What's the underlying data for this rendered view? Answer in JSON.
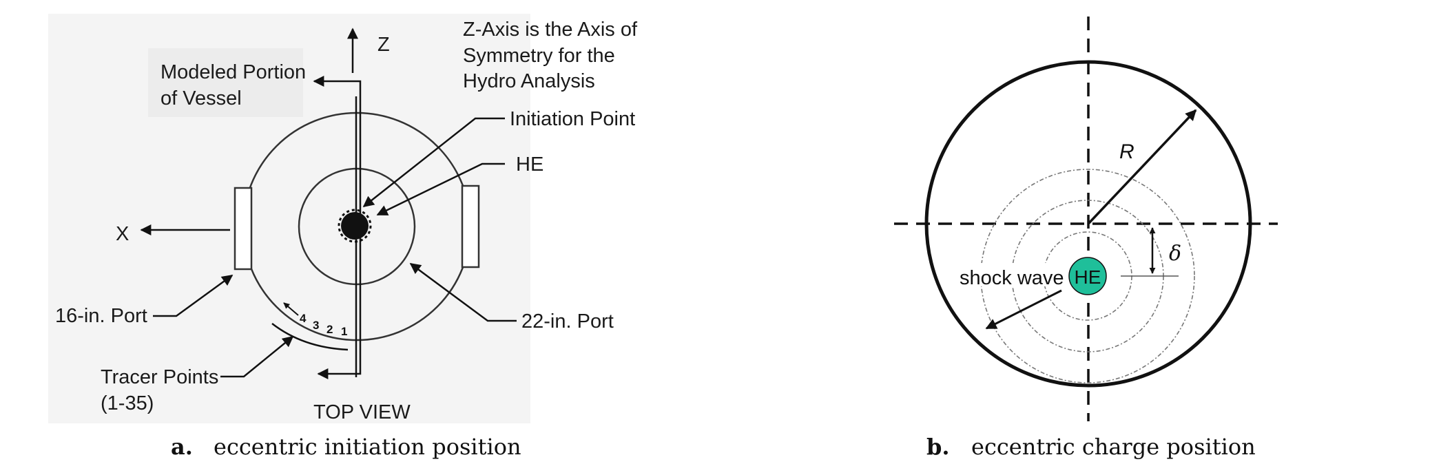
{
  "panel_a": {
    "z_axis_label": "Z",
    "x_axis_label": "X",
    "symmetry_note_line1": "Z-Axis is the Axis of",
    "symmetry_note_line2": "Symmetry for the",
    "symmetry_note_line3": "Hydro Analysis",
    "modeled_portion_line1": "Modeled Portion",
    "modeled_portion_line2": "of Vessel",
    "initiation_point": "Initiation Point",
    "he": "HE",
    "port_16": "16-in. Port",
    "port_22": "22-in. Port",
    "tracer_points_line1": "Tracer Points",
    "tracer_points_line2": "(1-35)",
    "tracer_numbers": [
      "4",
      "3",
      "2",
      "1"
    ],
    "view_label": "TOP VIEW",
    "caption_letter": "a.",
    "caption_text": "eccentric initiation position"
  },
  "panel_b": {
    "radius_label": "R",
    "offset_label": "δ",
    "shock_wave": "shock wave",
    "he": "HE",
    "he_color": "#1fbf9a",
    "caption_letter": "b.",
    "caption_text": "eccentric charge position"
  }
}
